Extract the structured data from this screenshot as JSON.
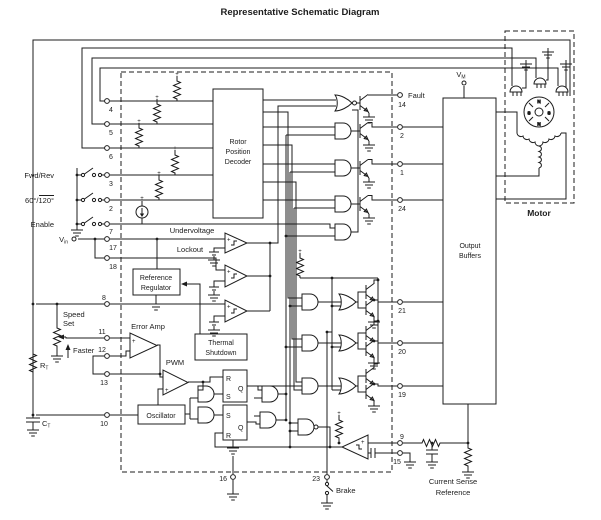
{
  "title": "Representative Schematic Diagram",
  "colors": {
    "line": "#1c1c1c",
    "background": "#ffffff"
  },
  "ic": {
    "rotor_decoder": [
      "Rotor",
      "Position",
      "Decoder"
    ],
    "undervoltage": "Undervoltage",
    "lockout": "Lockout",
    "reference_regulator": [
      "Reference",
      "Regulator"
    ],
    "thermal_shutdown": [
      "Thermal",
      "Shutdown"
    ],
    "error_amp": "Error Amp",
    "pwm": "PWM",
    "oscillator": "Oscillator",
    "flip_flop_r": "R",
    "flip_flop_s": "S",
    "flip_flop_q": "Q"
  },
  "right": {
    "output_buffers": [
      "Output",
      "Buffers"
    ],
    "motor": "Motor",
    "fault": "Fault",
    "brake": "Brake",
    "current_sense": [
      "Current Sense",
      "Reference"
    ],
    "vm_base": "V",
    "vm_sub": "M"
  },
  "left": {
    "fwd_rev": "Fwd/Rev",
    "select_60": "60°/",
    "select_120": "120°",
    "enable": "Enable",
    "vin_base": "V",
    "vin_sub": "in",
    "speed_set": [
      "Speed",
      "Set"
    ],
    "faster": "Faster",
    "rt_base": "R",
    "rt_sub": "T",
    "ct_base": "C",
    "ct_sub": "T"
  },
  "symbols": {
    "plus": "+"
  },
  "motor_poles": {
    "top": "N",
    "right": "S",
    "bottom": "N",
    "left": "S"
  },
  "pins": {
    "p4": "4",
    "p5": "5",
    "p6": "6",
    "p3": "3",
    "p2_left": "2",
    "p7": "7",
    "p17": "17",
    "p18": "18",
    "p8": "8",
    "p11": "11",
    "p12": "12",
    "p13": "13",
    "p10": "10",
    "p14": "14",
    "p2_right": "2",
    "p1": "1",
    "p24": "24",
    "p21": "21",
    "p20": "20",
    "p19": "19",
    "p9": "9",
    "p15": "15",
    "p16": "16",
    "p23": "23"
  }
}
